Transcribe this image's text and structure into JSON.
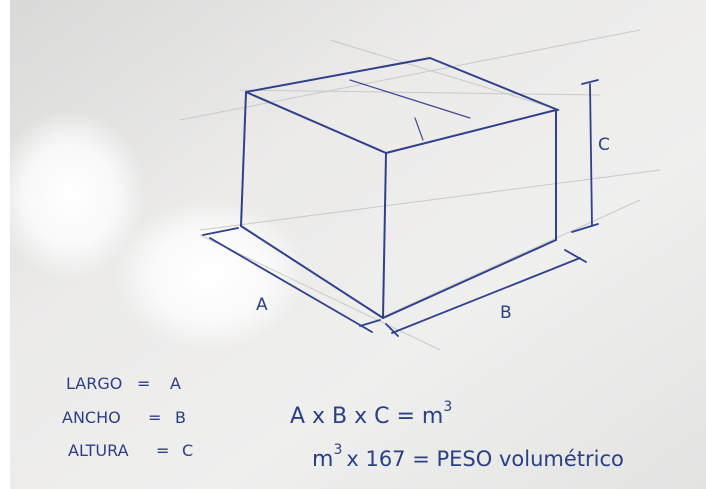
{
  "diagram": {
    "dimension_labels": {
      "a": "A",
      "b": "B",
      "c": "C"
    },
    "legend": [
      {
        "label": "LARGO",
        "value": "A"
      },
      {
        "label": "ANCHO",
        "value": "B"
      },
      {
        "label": "ALTURA",
        "value": "C"
      }
    ],
    "formulas": {
      "line1_left": "A x B x C = m",
      "line1_exp": "3",
      "line2_base": "m",
      "line2_exp": "3",
      "line2_rest": "x 167 = PESO volumétrico"
    },
    "colors": {
      "ink": "#2f418b",
      "paper_light": "#f4f4f3",
      "paper_dark": "#c7c7c5",
      "glare": "#ffffff"
    }
  }
}
